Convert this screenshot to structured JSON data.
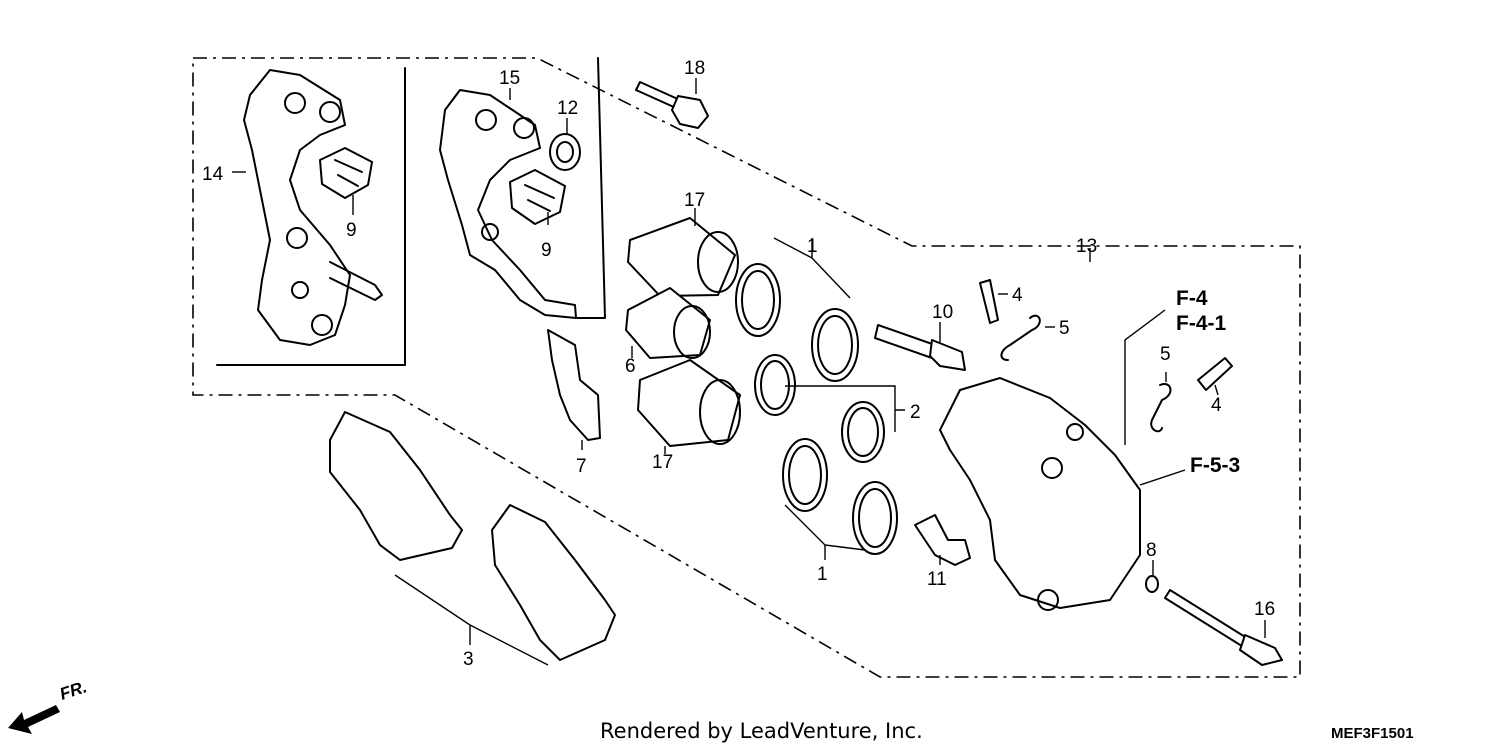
{
  "labels": {
    "p1a": "1",
    "p1b": "1",
    "p2": "2",
    "p3": "3",
    "p4a": "4",
    "p4b": "4",
    "p5a": "5",
    "p5b": "5",
    "p6": "6",
    "p7": "7",
    "p8": "8",
    "p9a": "9",
    "p9b": "9",
    "p10": "10",
    "p11": "11",
    "p12": "12",
    "p13": "13",
    "p14": "14",
    "p15": "15",
    "p16": "16",
    "p17a": "17",
    "p17b": "17",
    "p18": "18"
  },
  "refs": {
    "f4": "F-4",
    "f41": "F-4-1",
    "f53": "F-5-3"
  },
  "direction": "FR.",
  "footer": {
    "credit": "Rendered by LeadVenture, Inc.",
    "code": "MEF3F1501"
  }
}
